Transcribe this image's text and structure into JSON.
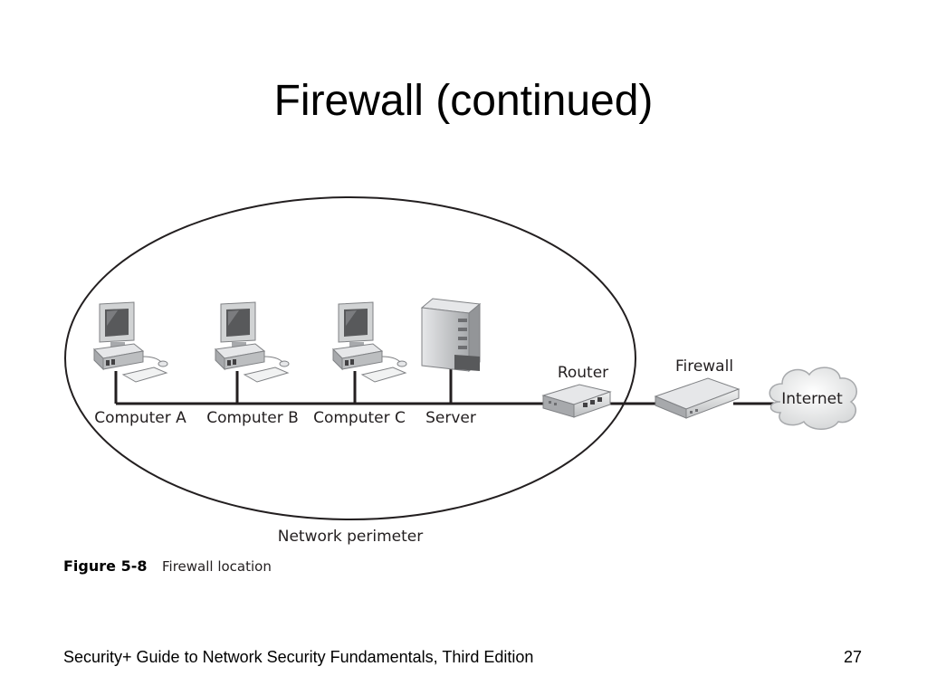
{
  "slide": {
    "title": "Firewall (continued)",
    "footer": "Security+ Guide to Network Security Fundamentals, Third Edition",
    "page_number": "27"
  },
  "diagram": {
    "nodes": {
      "computer_a": "Computer A",
      "computer_b": "Computer B",
      "computer_c": "Computer C",
      "server": "Server",
      "router": "Router",
      "firewall": "Firewall",
      "internet": "Internet"
    },
    "perimeter_label": "Network perimeter",
    "figure_number": "Figure 5-8",
    "figure_caption": "Firewall location",
    "edges": [
      [
        "computer_a",
        "router"
      ],
      [
        "computer_b",
        "router"
      ],
      [
        "computer_c",
        "router"
      ],
      [
        "server",
        "router"
      ],
      [
        "router",
        "firewall"
      ],
      [
        "firewall",
        "internet"
      ]
    ]
  }
}
